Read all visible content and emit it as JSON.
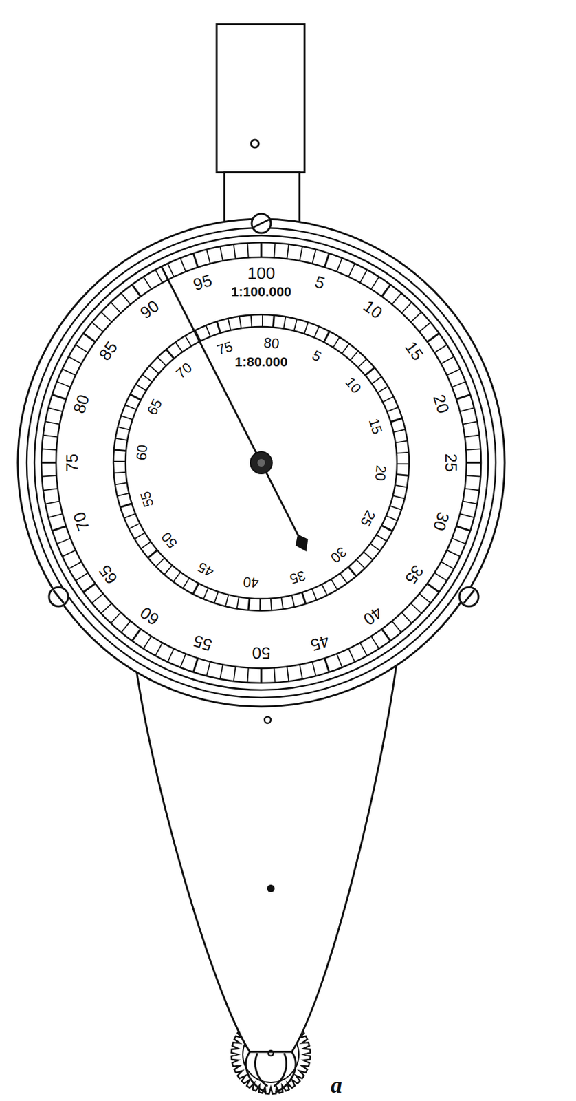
{
  "diagram": {
    "labels": [
      "100",
      "5",
      "10",
      "15",
      "20",
      "25",
      "30",
      "35",
      "40",
      "45",
      "50",
      "55",
      "60",
      "65",
      "70",
      "75",
      "80",
      "85",
      "90",
      "95",
      "1:100.000",
      "80",
      "5",
      "10",
      "15",
      "20",
      "25",
      "30",
      "35",
      "40",
      "45",
      "50",
      "55",
      "60",
      "65",
      "70",
      "75",
      "1:80.000",
      "a"
    ]
  }
}
